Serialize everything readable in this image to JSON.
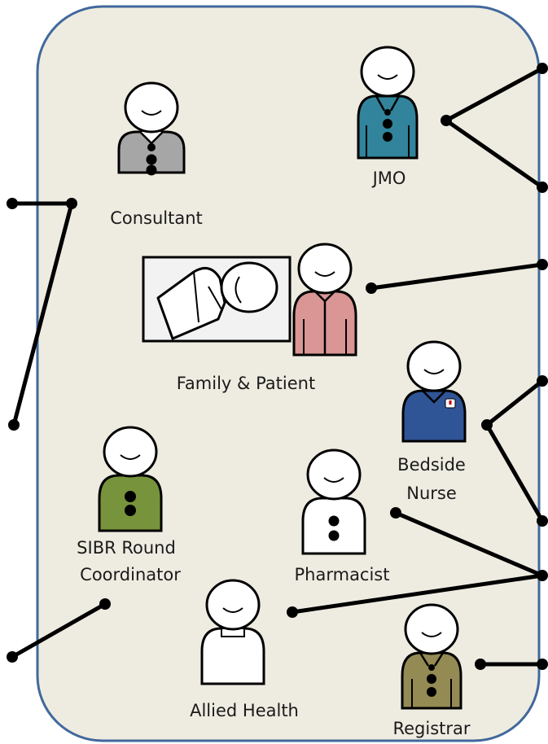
{
  "roles": {
    "consultant": {
      "label": "Consultant",
      "color": "#a6a6a6"
    },
    "jmo": {
      "label": "JMO",
      "color": "#31849b"
    },
    "family_patient": {
      "label": "Family & Patient",
      "color": "#d99694"
    },
    "bedside_nurse": {
      "label_line1": "Bedside",
      "label_line2": "Nurse",
      "color": "#2f5597"
    },
    "sibr_coordinator": {
      "label_line1": "SIBR Round",
      "label_line2": "Coordinator",
      "color": "#77933c"
    },
    "pharmacist": {
      "label": "Pharmacist",
      "color": "#ffffff"
    },
    "allied_health": {
      "label": "Allied Health",
      "color": "#ffffff"
    },
    "registrar": {
      "label": "Registrar",
      "color": "#948a54"
    }
  },
  "colors": {
    "room_fill": "#eeece1",
    "room_border": "#41689c",
    "bed_fill": "#f2f2f2",
    "connector": "#000000"
  }
}
